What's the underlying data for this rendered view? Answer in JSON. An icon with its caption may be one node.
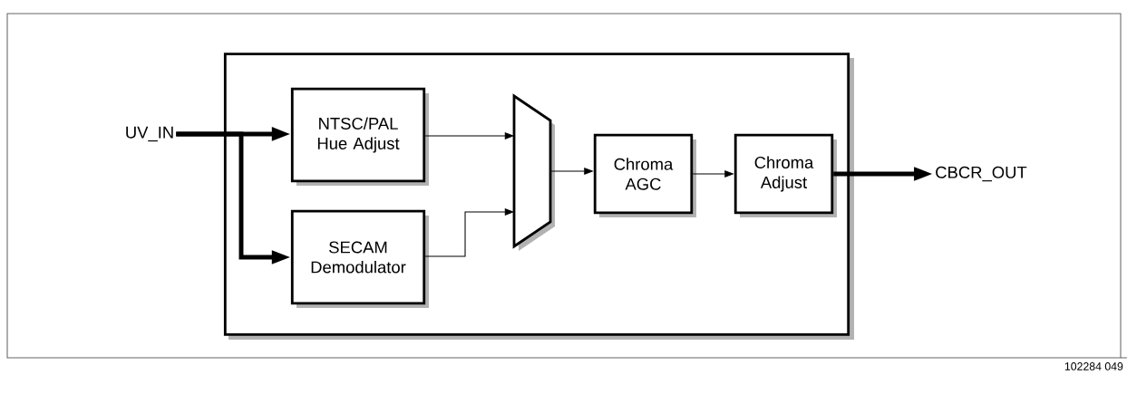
{
  "diagram": {
    "nodes": [
      {
        "text": [],
        "shape": "box"
      },
      {
        "text": [
          "UV_IN"
        ]
      },
      {
        "text": [
          "NTSC/PAL Hue Adjust"
        ],
        "in": 0
      },
      {
        "text": [
          "SECAM Demodulator"
        ],
        "in": 0
      },
      {
        "text": [],
        "shape": "trapezoid",
        "in": 0
      },
      {
        "text": [
          "Chroma AGC"
        ],
        "in": 0
      },
      {
        "text": [
          "Chroma Adjust"
        ],
        "in": 0
      },
      {
        "text": [
          "CBCR_OUT"
        ]
      }
    ],
    "edges": [
      {
        "from": 1,
        "to": 2,
        "arrow": "to",
        "style": "thick"
      },
      {
        "from": 1,
        "to": 3,
        "arrow": "to",
        "style": "thick"
      },
      {
        "from": 2,
        "to": 4,
        "arrow": "to"
      },
      {
        "from": 3,
        "to": 4,
        "arrow": "to"
      },
      {
        "from": 4,
        "to": 5,
        "arrow": "to"
      },
      {
        "from": 5,
        "to": 6,
        "arrow": "to"
      },
      {
        "from": 6,
        "to": 7,
        "arrow": "to",
        "style": "thick"
      }
    ],
    "labels": [
      "102284 049"
    ]
  }
}
